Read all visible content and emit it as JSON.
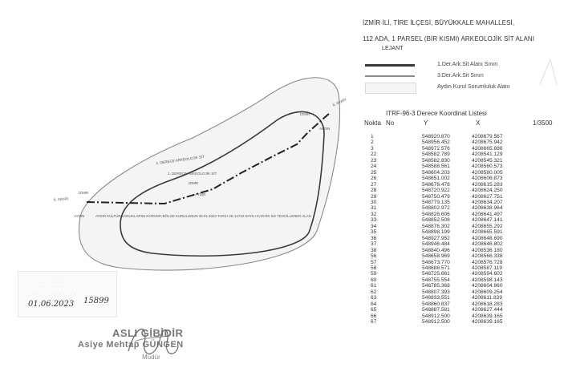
{
  "header": {
    "line1": "İZMİR İLİ, TİRE İLÇESİ, BÜYÜKKALE MAHALLESİ,",
    "line2": "112 ADA, 1 PARSEL (BİR KISMI) ARKEOLOJİK SİT ALANI",
    "legend_title": "LEJANT"
  },
  "legend": {
    "item1": "1.Der.Ark.Sit Alanı Sınırı",
    "item2": "3.Der.Ark.Sit Sınırı",
    "item3": "Aydın Kurul Sorumluluk Alanı",
    "colors": {
      "degree1": "#3a3a3a",
      "degree3": "#8a8a8a",
      "area": "#f4f4f4"
    }
  },
  "coords": {
    "title": "ITRF-96-3 Derece Koordinat Listesi",
    "col_nokta": "Nokta",
    "col_no": "No",
    "col_y": "Y",
    "col_x": "X",
    "scale": "1/3500",
    "rows": [
      {
        "no": "1",
        "y": "548920.870",
        "x": "4208679.567"
      },
      {
        "no": "2",
        "y": "548956.452",
        "x": "4208675.942"
      },
      {
        "no": "3",
        "y": "548972.576",
        "x": "4208665.886"
      },
      {
        "no": "22",
        "y": "548582.789",
        "x": "4208541.129"
      },
      {
        "no": "23",
        "y": "548582.830",
        "x": "4208545.321"
      },
      {
        "no": "24",
        "y": "548588.561",
        "x": "4208560.573"
      },
      {
        "no": "25",
        "y": "548604.203",
        "x": "4208580.005"
      },
      {
        "no": "26",
        "y": "548651.002",
        "x": "4208606.873"
      },
      {
        "no": "27",
        "y": "548676.478",
        "x": "4208615.283"
      },
      {
        "no": "28",
        "y": "548720.922",
        "x": "4208624.250"
      },
      {
        "no": "29",
        "y": "548750.479",
        "x": "4208627.751"
      },
      {
        "no": "30",
        "y": "548779.135",
        "x": "4208634.207"
      },
      {
        "no": "31",
        "y": "548802.972",
        "x": "4208638.964"
      },
      {
        "no": "32",
        "y": "548828.606",
        "x": "4208641.497"
      },
      {
        "no": "33",
        "y": "548852.508",
        "x": "4208647.141"
      },
      {
        "no": "34",
        "y": "548876.302",
        "x": "4208655.292"
      },
      {
        "no": "35",
        "y": "548898.199",
        "x": "4208665.591"
      },
      {
        "no": "36",
        "y": "548927.952",
        "x": "4208648.690"
      },
      {
        "no": "37",
        "y": "548946.484",
        "x": "4208646.802"
      },
      {
        "no": "38",
        "y": "548840.496",
        "x": "4208536.180"
      },
      {
        "no": "56",
        "y": "548658.969",
        "x": "4208566.338"
      },
      {
        "no": "57",
        "y": "548673.770",
        "x": "4208576.728"
      },
      {
        "no": "58",
        "y": "548688.571",
        "x": "4208587.119"
      },
      {
        "no": "59",
        "y": "548725.661",
        "x": "4208594.602"
      },
      {
        "no": "60",
        "y": "548755.554",
        "x": "4208598.143"
      },
      {
        "no": "61",
        "y": "548785.368",
        "x": "4208604.860"
      },
      {
        "no": "62",
        "y": "548807.393",
        "x": "4208609.254"
      },
      {
        "no": "63",
        "y": "548833.551",
        "x": "4208611.839"
      },
      {
        "no": "64",
        "y": "548860.837",
        "x": "4208618.283"
      },
      {
        "no": "65",
        "y": "548887.581",
        "x": "4208627.444"
      },
      {
        "no": "66",
        "y": "548912.500",
        "x": "4208639.165"
      },
      {
        "no": "67",
        "y": "548912.500",
        "x": "4208639.165"
      }
    ]
  },
  "map": {
    "izmir_top": "İZMİR",
    "aydin_top": "AYDIN",
    "sinir_top": "İL SINIRI",
    "derece3": "3. DERECE ARKEOLOJİK SİT",
    "derece1": "1. DERECE ARKEOLOJİK SİT",
    "izmir_mid": "İZMİR",
    "aydin_mid": "AYDIN",
    "izmir_left": "İZMİR",
    "sinir_left": "İL SINIRI",
    "aydin_left": "AYDIN",
    "kurul_note": "AYDIN KÜLTÜR VARLIKLARINI KORUMA BÖLGE KURULUNUN 25.01.2023 TARİH VE 14732 SAYILI KARARI İLE TESCİLLENEN ALAN"
  },
  "stamp": {
    "date": "01.06.2023",
    "number": "15899",
    "line1": "ASLI GİBİDİR",
    "name": "Asiye Mehtap GÜNGEN",
    "role": "Müdür"
  }
}
